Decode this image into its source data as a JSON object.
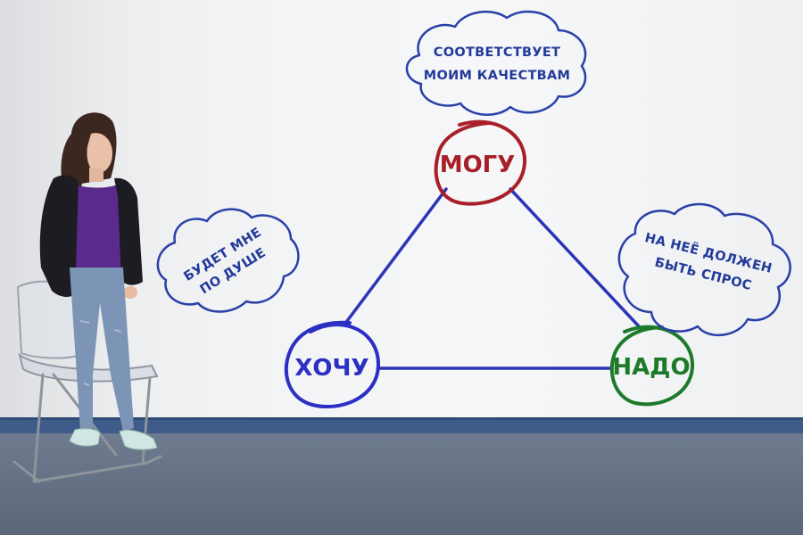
{
  "diagram": {
    "nodes": {
      "top": {
        "label": "МОГУ",
        "color": "#a81f2a"
      },
      "left": {
        "label": "ХОЧУ",
        "color": "#2b2fc4"
      },
      "right": {
        "label": "НАДО",
        "color": "#1e7a2b"
      }
    },
    "edge_color": "#2b34b8",
    "clouds": {
      "top": {
        "line1": "СООТВЕТСТВУЕТ",
        "line2": "МОИМ КАЧЕСТВАМ"
      },
      "left": {
        "line1": "БУДЕТ МНЕ",
        "line2": "ПО ДУШЕ"
      },
      "right": {
        "line1": "НА НЕЁ ДОЛЖЕН",
        "line2": "БЫТЬ СПРОС"
      }
    },
    "cloud_color": "#233a9a"
  }
}
